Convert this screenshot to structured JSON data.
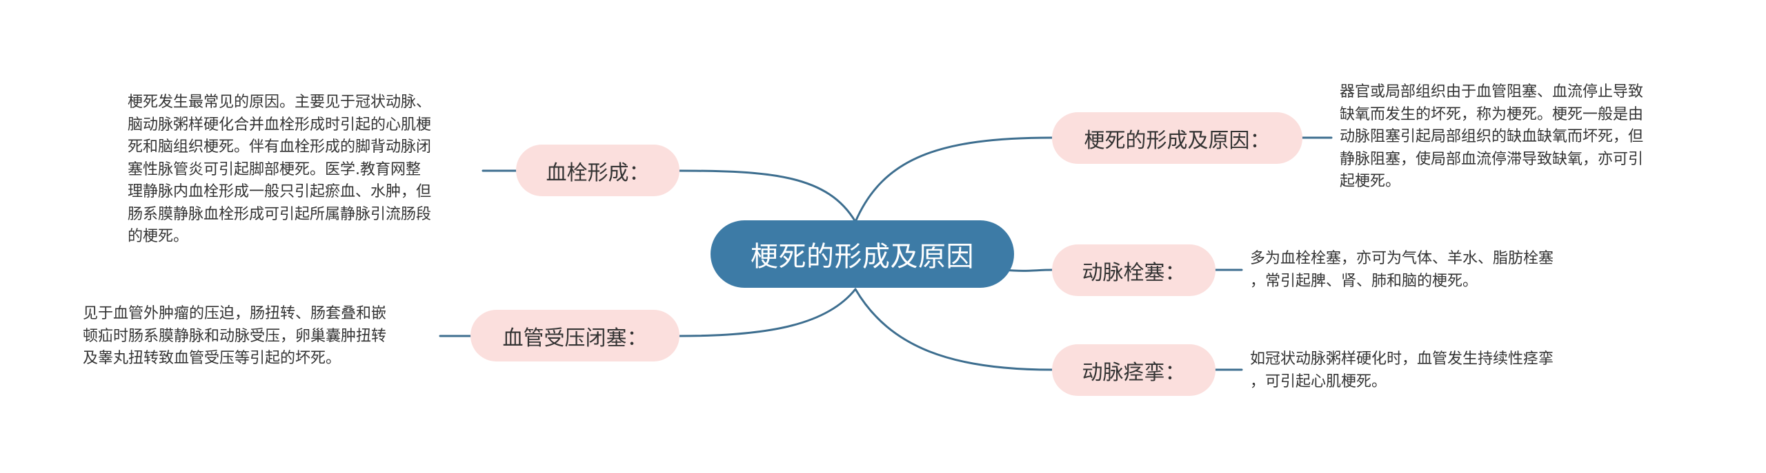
{
  "colors": {
    "canvas": "#ffffff",
    "root_fill": "#3d7ba6",
    "root_text": "#ffffff",
    "branch_fill": "#fbdfdd",
    "text": "#333333",
    "connector": "#3d6e8f"
  },
  "root": {
    "label": "梗死的形成及原因"
  },
  "branches": {
    "formation_cause": {
      "label": "梗死的形成及原因：",
      "detail": "器官或局部组织由于血管阻塞、血流停止导致\n缺氧而发生的坏死，称为梗死。梗死一般是由\n动脉阻塞引起局部组织的缺血缺氧而坏死，但\n静脉阻塞，使局部血流停滞导致缺氧，亦可引\n起梗死。"
    },
    "thrombus_formation": {
      "label": "血栓形成：",
      "detail": "梗死发生最常见的原因。主要见于冠状动脉、\n脑动脉粥样硬化合并血栓形成时引起的心肌梗\n死和脑组织梗死。伴有血栓形成的脚背动脉闭\n塞性脉管炎可引起脚部梗死。医学.教育网整\n理静脉内血栓形成一般只引起瘀血、水肿，但\n肠系膜静脉血栓形成可引起所属静脉引流肠段\n的梗死。"
    },
    "arterial_embolism": {
      "label": "动脉栓塞：",
      "detail": "多为血栓栓塞，亦可为气体、羊水、脂肪栓塞\n，常引起脾、肾、肺和脑的梗死。"
    },
    "vessel_compression": {
      "label": "血管受压闭塞：",
      "detail": "见于血管外肿瘤的压迫，肠扭转、肠套叠和嵌\n顿疝时肠系膜静脉和动脉受压，卵巢囊肿扭转\n及睾丸扭转致血管受压等引起的坏死。"
    },
    "arterial_spasm": {
      "label": "动脉痉挛：",
      "detail": "如冠状动脉粥样硬化时，血管发生持续性痉挛\n，可引起心肌梗死。"
    }
  }
}
